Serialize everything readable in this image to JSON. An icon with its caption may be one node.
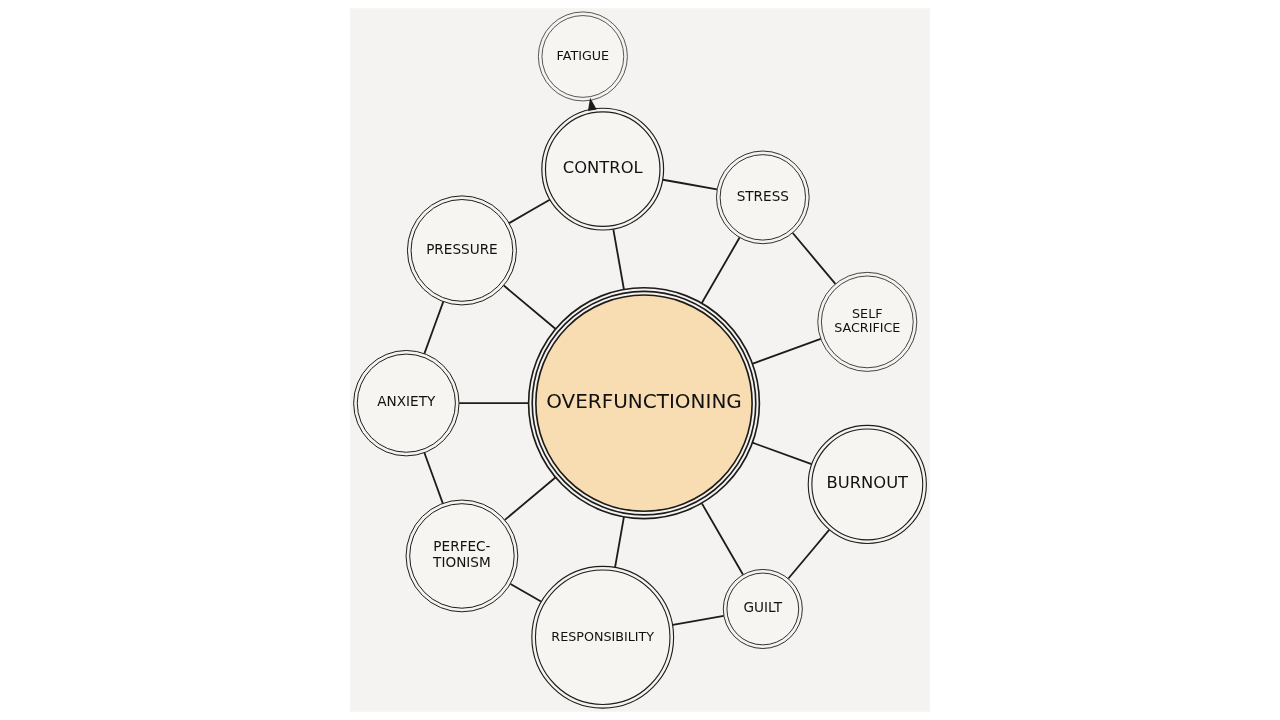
{
  "diagram": {
    "nodes": [
      {
        "text": [
          "PERFEC- TIONISM"
        ]
      },
      {
        "text": [
          "ANXIETY"
        ]
      },
      {
        "text": [
          "RESPONSIBILITY"
        ]
      },
      {
        "text": [
          "PRESSURE"
        ]
      },
      {
        "text": [
          "GUILT"
        ]
      },
      {
        "text": [
          "OVERFUNCTIONING"
        ]
      },
      {
        "text": [
          "FATIGUE"
        ]
      },
      {
        "text": [
          "CONTROL"
        ]
      },
      {
        "text": [
          "BURNOUT"
        ]
      },
      {
        "text": [
          "SELF SACRIFICE"
        ]
      },
      {
        "text": [
          "STRESS"
        ]
      }
    ],
    "edges": [
      {
        "from": 2,
        "to": 0,
        "arrow": "none"
      },
      {
        "from": 0,
        "to": 1,
        "arrow": "none"
      },
      {
        "from": 0,
        "to": 5,
        "arrow": "none"
      },
      {
        "from": 5,
        "to": 1,
        "arrow": "none"
      },
      {
        "from": 1,
        "to": 3,
        "arrow": "none"
      },
      {
        "from": 2,
        "to": 5,
        "arrow": "none"
      },
      {
        "from": 2,
        "to": 4,
        "arrow": "none"
      },
      {
        "from": 4,
        "to": 5,
        "arrow": "none"
      },
      {
        "from": 4,
        "to": 8,
        "arrow": "none"
      },
      {
        "from": 8,
        "to": 5,
        "arrow": "none"
      },
      {
        "from": 5,
        "to": 3,
        "arrow": "none"
      },
      {
        "from": 3,
        "to": 7,
        "arrow": "none"
      },
      {
        "from": 5,
        "to": 7,
        "arrow": "none"
      },
      {
        "from": 7,
        "to": 6,
        "arrow": "to"
      },
      {
        "from": 5,
        "to": 9,
        "arrow": "none"
      },
      {
        "from": 5,
        "to": 10,
        "arrow": "none"
      },
      {
        "from": 9,
        "to": 10,
        "arrow": "none"
      },
      {
        "from": 10,
        "to": 7,
        "arrow": "none"
      }
    ]
  }
}
